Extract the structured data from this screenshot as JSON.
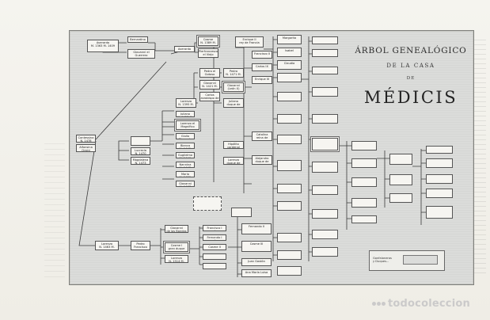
{
  "title": {
    "line1": "ÁRBOL GENEALÓGICO",
    "line2": "DE LA CASA",
    "line3": "DE",
    "main": "MÉDICIS"
  },
  "legend": {
    "text": "Gonfaloneros\ny Duques..."
  },
  "watermark": {
    "text": "todocoleccion"
  },
  "colors": {
    "plate": "#dbdcda",
    "box": "#f6f5f1",
    "border": "#555555"
  },
  "tree": {
    "root": {
      "text": "Averardo\nM. 1363 M. 1409"
    },
    "gen1": [
      {
        "text": "Bernardino"
      },
      {
        "text": "Giovanni el Guerrero\nM. 1393"
      },
      {
        "text": "Averardo"
      }
    ],
    "branch_upper": [
      {
        "text": "Cosme\nN. 1389 M. 1464"
      },
      {
        "text": "Pierfrancesco el Viejo\nN. 1415 M. 1467"
      },
      {
        "text": "Pedro el Gotoso\nN. 1416 M. 1469"
      },
      {
        "text": "Giovanni\nN. 1421 M. 1463"
      },
      {
        "text": "Carlos\narzobispo de Prato"
      },
      {
        "text": "Lorenzo\nN. 1395 M. 1440"
      },
      {
        "text": "Juliano\nN. 1453 M. 1478"
      },
      {
        "text": "Lorenzo el Magnífico\nN. 1449 M. 1492"
      },
      {
        "text": "Giulio\nClemente VII"
      },
      {
        "text": "Bianca\nN. 1445"
      },
      {
        "text": "Guglielma\nN. 1446"
      },
      {
        "text": "Nannina\nN. 1448"
      },
      {
        "text": "Maria\nN. 1450"
      },
      {
        "text": "Giovanni\nN. 1467"
      }
    ],
    "gen3_upper": [
      {
        "text": "Pedro\nN. 1471 M. 1503"
      },
      {
        "text": "Giovanni (León X)\nN. 1475 M. 1521"
      },
      {
        "text": "Juliano\nduque de Nemours"
      },
      {
        "text": "Lucrecia\nN. 1470"
      },
      {
        "text": "Magdalena\nN. 1473"
      },
      {
        "text": "Contessina\nN. 1478"
      },
      {
        "text": "Alfonsina\nOrsini"
      },
      {
        "text": "Hipólito\ncardenal"
      },
      {
        "text": "Lorenzo\nduque de Urbino"
      }
    ],
    "gen4_upper": [
      {
        "text": "Catalina\nreina de Francia"
      },
      {
        "text": "Alejandro\nduque de Florencia"
      },
      {
        "text": "Enrique II\nrey de Francia"
      },
      {
        "text": "Francisco II"
      },
      {
        "text": "Carlos IX"
      },
      {
        "text": "Enrique III"
      },
      {
        "text": "Margarita"
      },
      {
        "text": "Isabel"
      },
      {
        "text": "Claudia"
      }
    ],
    "lower_branch": [
      {
        "text": "Lorenzo\nN. 1463 M. 1503"
      },
      {
        "text": "Pedro Francisco\nN. 1487"
      },
      {
        "text": "Giovanni\nde las Bandas Negras"
      },
      {
        "text": "Cosme I\ngran duque"
      },
      {
        "text": "Lorenzo\nN. 1514 M. 1548"
      },
      {
        "text": "Francisco I\ngran duque"
      },
      {
        "text": "Fernando I\ngran duque"
      },
      {
        "text": "Cosme II"
      },
      {
        "text": "Fernando II"
      },
      {
        "text": "Cosme III"
      },
      {
        "text": "Juan Gastón"
      },
      {
        "text": "Ana María Luisa"
      }
    ]
  }
}
